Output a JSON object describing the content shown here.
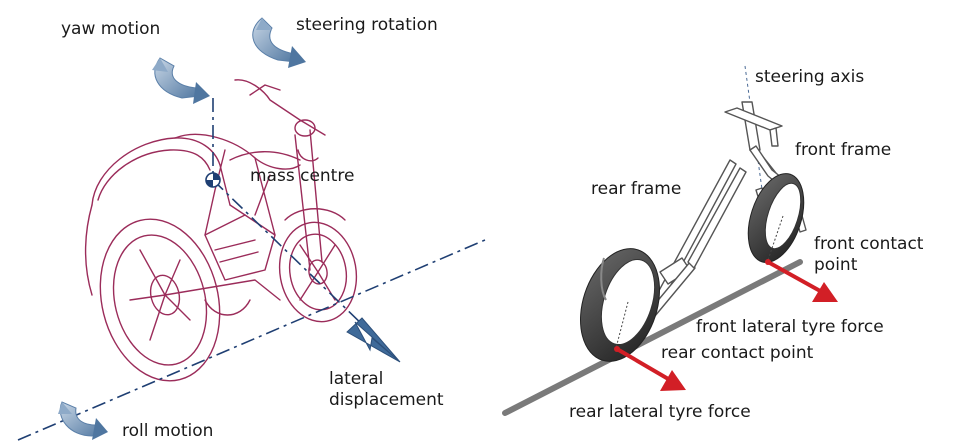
{
  "left_panel": {
    "yaw_motion": "yaw motion",
    "steering_rotation": "steering rotation",
    "mass_centre": "mass centre",
    "lateral_displacement_line1": "lateral",
    "lateral_displacement_line2": "displacement",
    "roll_motion": "roll motion"
  },
  "right_panel": {
    "steering_axis": "steering axis",
    "front_frame": "front frame",
    "rear_frame": "rear frame",
    "front_contact_point_line1": "front contact",
    "front_contact_point_line2": "point",
    "front_lateral_tyre_force": "front lateral tyre force",
    "rear_contact_point": "rear contact point",
    "rear_lateral_tyre_force": "rear lateral tyre force"
  },
  "colors": {
    "motorcycle_outline": "#9b2c5a",
    "axis_line": "#1f3f73",
    "motion_arrow": "#5a7fa8",
    "force_arrow": "#d21f26",
    "frame_outline": "#555555",
    "tyre": "#2d2d2d",
    "road_line": "#7a7a7a"
  }
}
